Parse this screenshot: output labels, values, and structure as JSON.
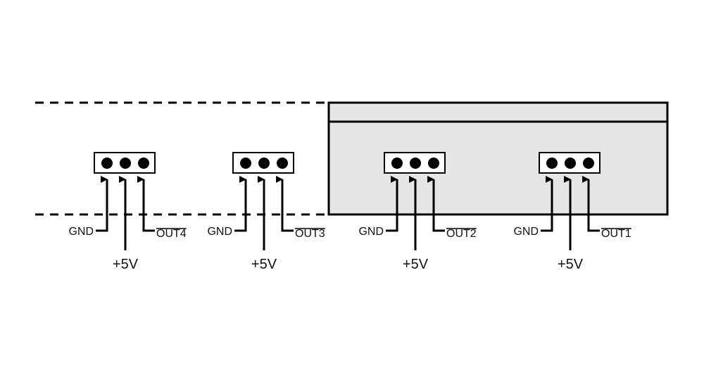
{
  "colors": {
    "line": "#000000",
    "housing_fill": "#e6e6e6",
    "background": "#ffffff"
  },
  "connectors": [
    {
      "id": "out4",
      "gnd_label": "GND",
      "power_label": "+5V",
      "out_label": "OUT4",
      "on_housing": false
    },
    {
      "id": "out3",
      "gnd_label": "GND",
      "power_label": "+5V",
      "out_label": "OUT3",
      "on_housing": false
    },
    {
      "id": "out2",
      "gnd_label": "GND",
      "power_label": "+5V",
      "out_label": "OUT2",
      "on_housing": true
    },
    {
      "id": "out1",
      "gnd_label": "GND",
      "power_label": "+5V",
      "out_label": "OUT1",
      "on_housing": true
    }
  ]
}
